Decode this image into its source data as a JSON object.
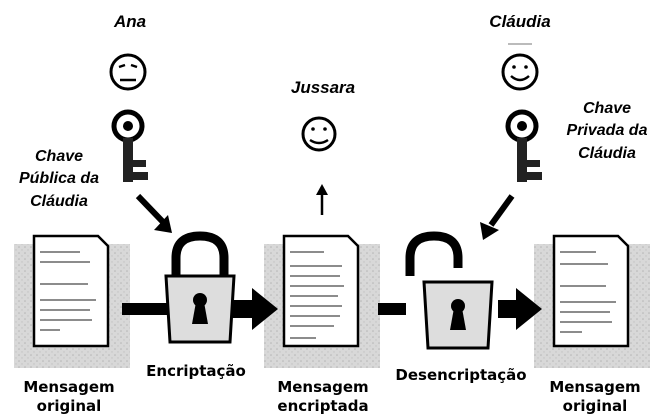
{
  "people": {
    "sender": "Ana",
    "observer": "Jussara",
    "receiver": "Cláudia"
  },
  "keys": {
    "public_key_label": [
      "Chave",
      "Pública da",
      "Cláudia"
    ],
    "private_key_label": [
      "Chave",
      "Privada da",
      "Cláudia"
    ]
  },
  "steps": {
    "encrypt": "Encriptação",
    "decrypt": "Desencriptação"
  },
  "documents": {
    "original_left": [
      "Mensagem",
      "original"
    ],
    "encrypted": [
      "Mensagem",
      "encriptada"
    ],
    "original_right": [
      "Mensagem",
      "original"
    ]
  }
}
